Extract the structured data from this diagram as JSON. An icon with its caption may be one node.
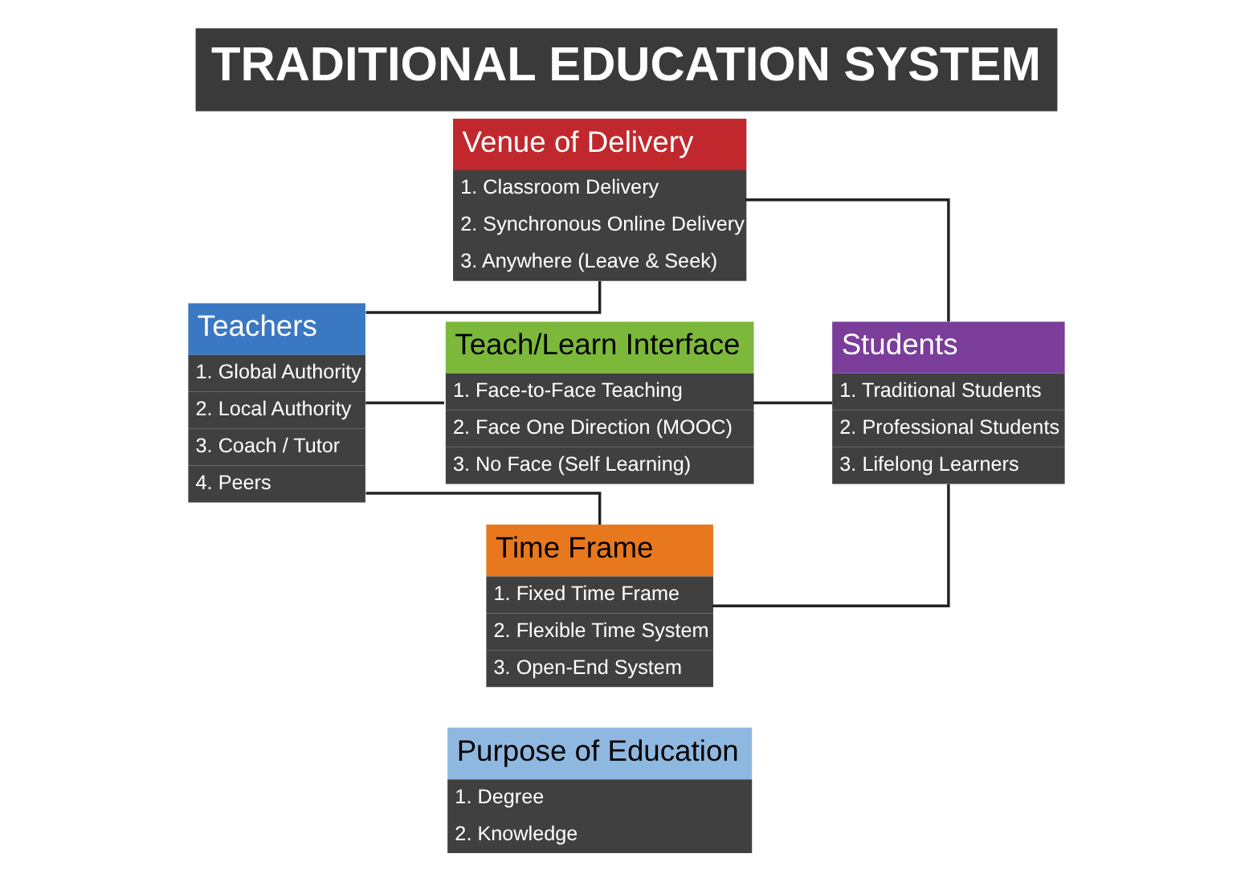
{
  "diagram": {
    "title": "TRADITIONAL EDUCATION SYSTEM",
    "nodes": [
      {
        "text": [
          "Teachers",
          "1. Global Authority",
          "2. Local Authority",
          "3. Coach / Tutor",
          "4. Peers"
        ]
      },
      {
        "text": [
          "Venue of Delivery",
          "1. Classroom Delivery",
          "2. Synchronous Online Delivery",
          "3. Anywhere (Leave & Seek)"
        ]
      },
      {
        "text": [
          "Teach/Learn Interface",
          "1. Face-to-Face Teaching",
          "2. Face One Direction (MOOC)",
          "3. No Face (Self Learning)"
        ]
      },
      {
        "text": [
          "Time Frame",
          "1. Fixed Time Frame",
          "2. Flexible Time System",
          "3. Open-End System"
        ]
      },
      {
        "text": [
          "Purpose of Education",
          "1. Degree",
          "2. Knowledge"
        ]
      },
      {
        "text": [
          "Students",
          "1. Traditional Students",
          "2. Professional Students",
          "3. Lifelong Learners"
        ]
      }
    ],
    "edges": [
      {
        "from": 0,
        "to": 1,
        "arrow": "none"
      },
      {
        "from": 0,
        "to": 2,
        "arrow": "none"
      },
      {
        "from": 0,
        "to": 3,
        "arrow": "none"
      },
      {
        "from": 1,
        "to": 5,
        "arrow": "none"
      },
      {
        "from": 2,
        "to": 5,
        "arrow": "none"
      },
      {
        "from": 3,
        "to": 5,
        "arrow": "none"
      }
    ]
  }
}
